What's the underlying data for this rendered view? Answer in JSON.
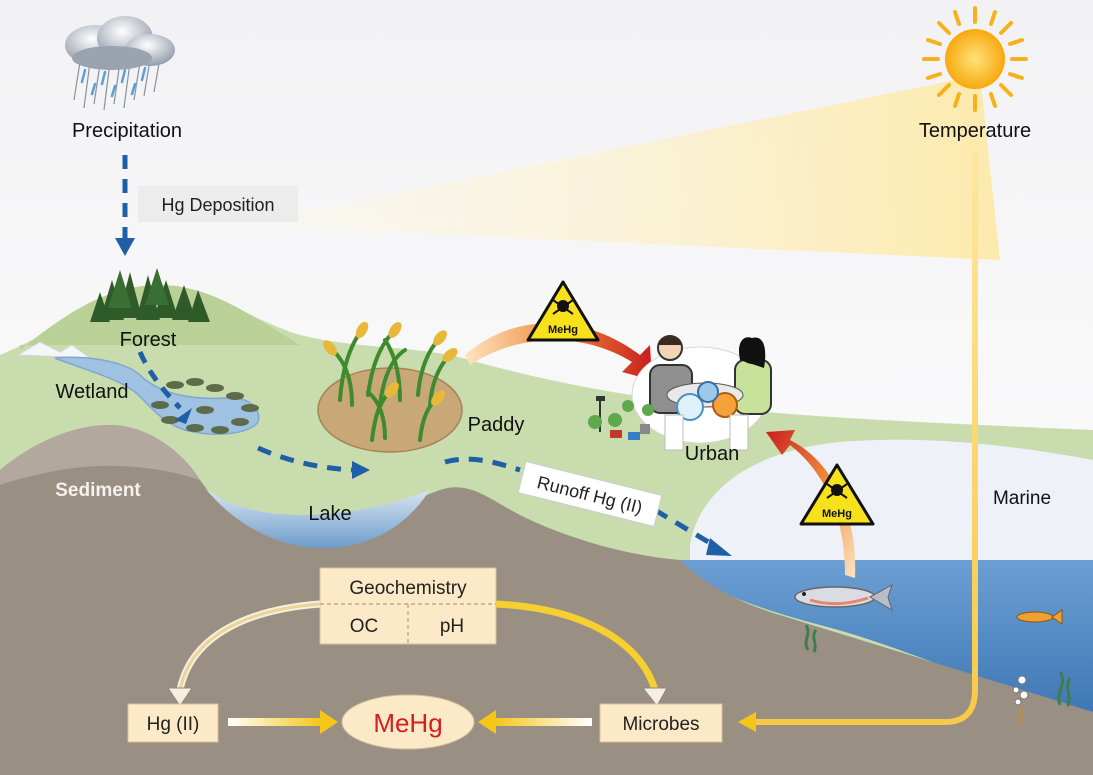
{
  "labels": {
    "precipitation": "Precipitation",
    "temperature": "Temperature",
    "hg_deposition": "Hg Deposition",
    "forest": "Forest",
    "wetland": "Wetland",
    "paddy": "Paddy",
    "urban": "Urban",
    "sediment": "Sediment",
    "lake": "Lake",
    "runoff": "Runoff Hg (II)",
    "marine": "Marine",
    "geochemistry": "Geochemistry",
    "oc": "OC",
    "ph": "pH",
    "hg_ii": "Hg (II)",
    "mehg": "MeHg",
    "microbes": "Microbes",
    "warning_top": "MeHg",
    "warning_right": "MeHg"
  },
  "colors": {
    "arrow_blue": "#1f5fa8",
    "mehg_red": "#d21f1f",
    "warning_yellow": "#f7e11b",
    "sun_yellow": "#fbbf24",
    "sediment_brown": "#9a8f83",
    "land_green": "#c9dcae",
    "water_blue": "#5b8fc4",
    "box_fill": "#fbe9c7"
  }
}
